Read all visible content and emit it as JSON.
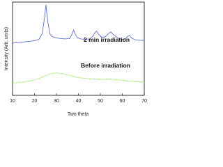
{
  "chart_data": {
    "type": "line",
    "xlabel": "Two theta",
    "ylabel": "Intensity (Arb. units)",
    "xlim": [
      10,
      70
    ],
    "xticks": [
      10,
      20,
      30,
      40,
      50,
      60,
      70
    ],
    "ylim": [
      0,
      1
    ],
    "yticks_shown": false,
    "grid": false,
    "legend": "none",
    "annotations": [
      {
        "id": "ann-top",
        "text": "2 min irradiation"
      },
      {
        "id": "ann-bottom",
        "text": "Before irradiation"
      }
    ],
    "series": [
      {
        "color": "#5b6fd6",
        "style": "solid",
        "x": [
          10,
          12,
          14,
          16,
          18,
          20,
          22,
          23.5,
          24.5,
          25.2,
          26,
          27,
          28,
          30,
          32,
          34,
          36,
          37,
          37.8,
          38.5,
          39.5,
          41,
          43,
          45,
          46.5,
          47.5,
          48.2,
          49,
          50.5,
          52,
          53,
          53.8,
          54.8,
          55.5,
          56.5,
          58,
          60,
          61.5,
          62.5,
          63.3,
          64.5,
          66,
          68,
          70
        ],
        "values": [
          0.56,
          0.565,
          0.57,
          0.575,
          0.58,
          0.585,
          0.6,
          0.66,
          0.82,
          0.97,
          0.8,
          0.66,
          0.63,
          0.615,
          0.61,
          0.605,
          0.61,
          0.65,
          0.7,
          0.66,
          0.62,
          0.605,
          0.6,
          0.605,
          0.63,
          0.67,
          0.69,
          0.66,
          0.625,
          0.625,
          0.645,
          0.665,
          0.68,
          0.66,
          0.64,
          0.615,
          0.6,
          0.61,
          0.635,
          0.64,
          0.61,
          0.595,
          0.59,
          0.59
        ]
      },
      {
        "color": "#7ee23a",
        "style": "dotted",
        "x": [
          10,
          12,
          14,
          16,
          18,
          20,
          22,
          24,
          26,
          28,
          30,
          32,
          34,
          36,
          38,
          40,
          42,
          44,
          46,
          48,
          50,
          52,
          54,
          56,
          58,
          60,
          62,
          64,
          66,
          68,
          70
        ],
        "values": [
          0.13,
          0.135,
          0.14,
          0.145,
          0.155,
          0.165,
          0.18,
          0.2,
          0.22,
          0.235,
          0.24,
          0.235,
          0.225,
          0.215,
          0.2,
          0.19,
          0.185,
          0.18,
          0.175,
          0.175,
          0.17,
          0.17,
          0.175,
          0.17,
          0.165,
          0.16,
          0.155,
          0.15,
          0.145,
          0.145,
          0.14
        ]
      }
    ]
  }
}
